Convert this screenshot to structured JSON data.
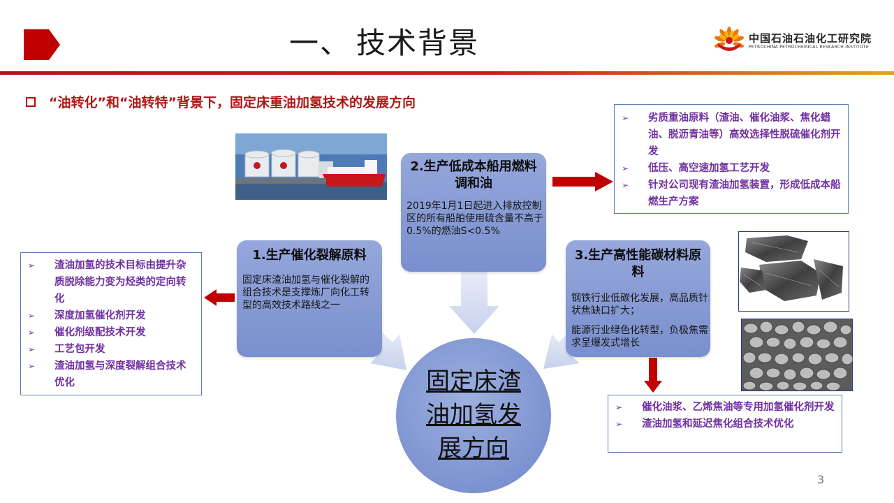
{
  "header": {
    "title_num": "一、",
    "title_text": "技术背景",
    "logo_cn": "中国石油石油化工研究院",
    "logo_en": "PETROCHINA PETROCHEMICAL RESEARCH INSTITUTE"
  },
  "subtitle": "“油转化”和“油转特”背景下，固定床重油加氢技术的发展方向",
  "center": {
    "lines": [
      "固定床渣",
      "油加氢发",
      "展方向"
    ]
  },
  "card1": {
    "title": "1.生产催化裂解原料",
    "body": "固定床渣油加氢与催化裂解的组合技术是支撑炼厂向化工转型的高效技术路线之一"
  },
  "card2": {
    "title": "2.生产低成本船用燃料调和油",
    "body": "2019年1月1日起进入排放控制区的所有船舶使用硫含量不高于0.5%的燃油S<0.5%"
  },
  "card3": {
    "title": "3.生产高性能碳材料原料",
    "body1": "钢铁行业低碳化发展，高品质针状焦缺口扩大；",
    "body2": "能源行业绿色化转型，负极焦需求呈爆发式增长"
  },
  "box_left": {
    "items": [
      "渣油加氢的技术目标由提升杂质脱除能力变为烃类的定向转化",
      "深度加氢催化剂开发",
      "催化剂级配技术开发",
      "工艺包开发",
      "渣油加氢与深度裂解组合技术优化"
    ]
  },
  "box_top_right": {
    "items": [
      "劣质重油原料（渣油、催化油浆、焦化蜡油、脱沥青油等）高效选择性脱硫催化剂开发",
      "低压、高空速加氢工艺开发",
      "针对公司现有渣油加氢装置，形成低成本船燃生产方案"
    ]
  },
  "box_bottom_right": {
    "items": [
      "催化油浆、乙烯焦油等专用加氢催化剂开发",
      "渣油加氢和延迟焦化组合技术优化"
    ]
  },
  "bullet_marker": "➢",
  "page_number": "3",
  "colors": {
    "accent_red": "#c00000",
    "card_blue": "#8a9dd6",
    "bullet_purple": "#7030a0",
    "box_border": "#5a7db8"
  },
  "icons": {
    "header_marker": "red-pentagon-arrow",
    "logo": "petrochina-sunflower-logo",
    "photo1": "ship-and-storage-tanks-photo",
    "photo2": "needle-coke-chunks-photo",
    "photo3": "micrograph-particles-photo"
  }
}
